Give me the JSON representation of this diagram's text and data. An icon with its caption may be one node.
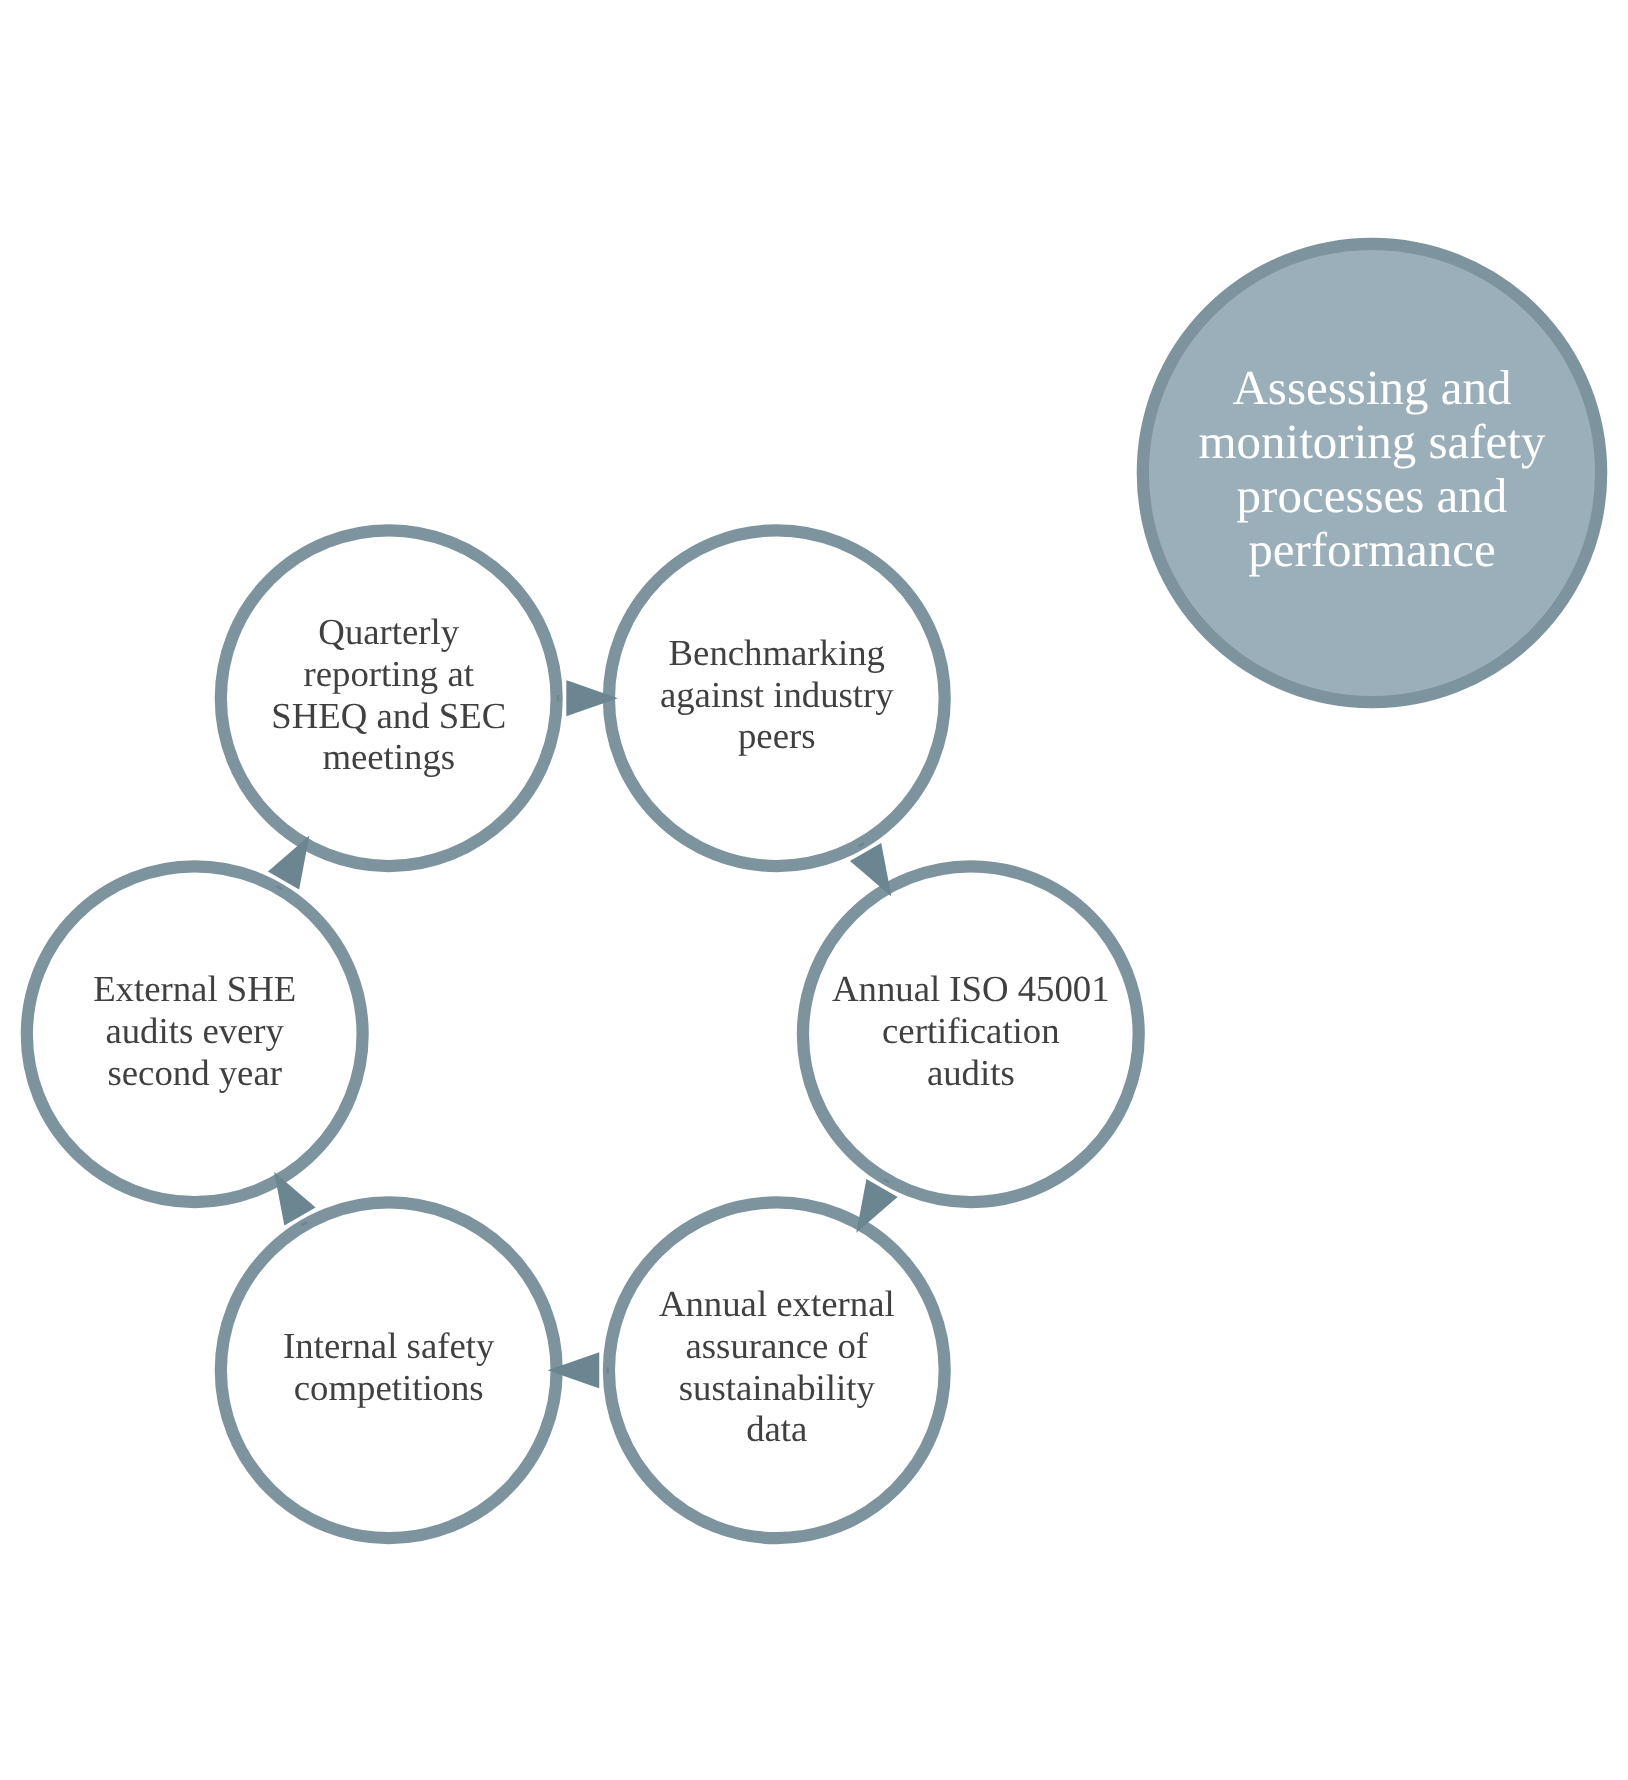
{
  "diagram": {
    "nodes": [
      {
        "text": [
          "Assessing and monitoring safety processes and performance"
        ]
      },
      {
        "text": [
          "Annual external assurance of sustainability data"
        ]
      },
      {
        "text": [
          "Internal safety competitions"
        ]
      },
      {
        "text": [
          "External SHE audits every second year"
        ]
      },
      {
        "text": [
          "Quarterly reporting at SHEQ and SEC meetings"
        ]
      },
      {
        "text": [
          "Benchmarking against industry peers"
        ]
      },
      {
        "text": [
          "Annual ISO 45001 certification audits"
        ]
      }
    ],
    "edges": [
      {
        "from": 6,
        "to": 1,
        "arrow": "to"
      },
      {
        "from": 1,
        "to": 2,
        "arrow": "to"
      },
      {
        "from": 2,
        "to": 3,
        "arrow": "to"
      },
      {
        "from": 3,
        "to": 4,
        "arrow": "to"
      },
      {
        "from": 4,
        "to": 5,
        "arrow": "to"
      },
      {
        "from": 5,
        "to": 6,
        "arrow": "to"
      }
    ]
  }
}
